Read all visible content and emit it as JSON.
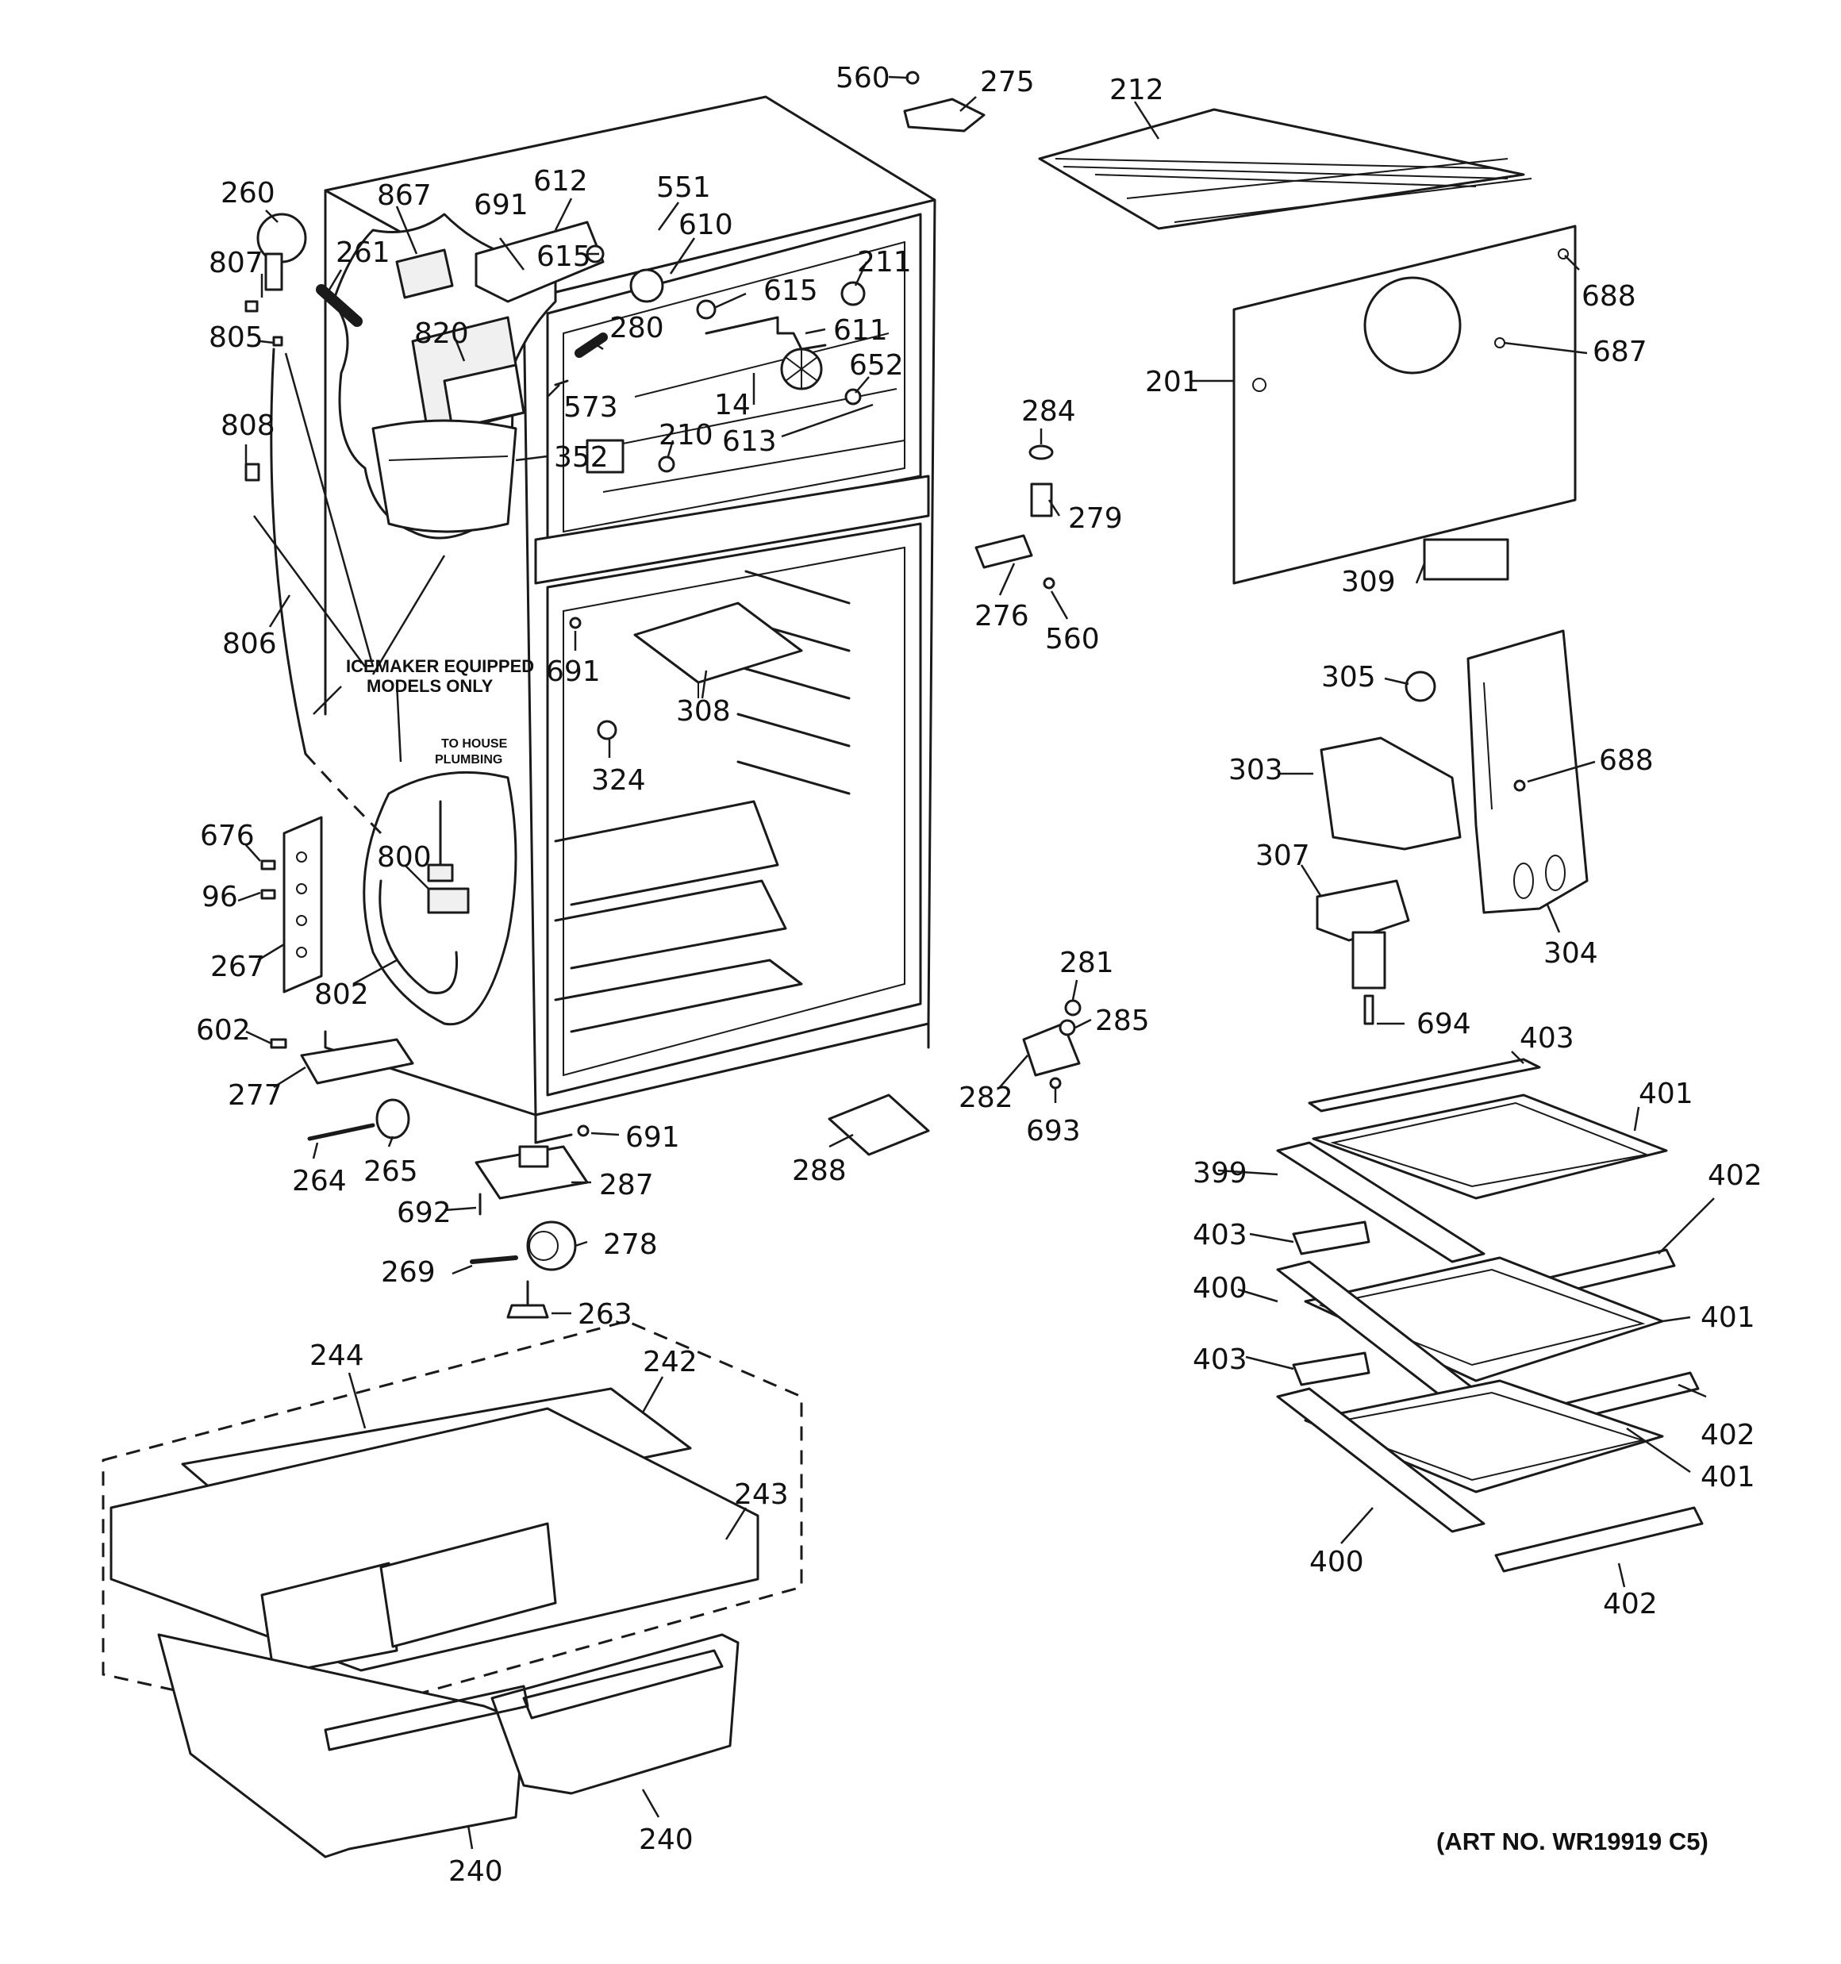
{
  "notes": {
    "icemaker_line1": "ICEMAKER EQUIPPED",
    "icemaker_line2": "MODELS ONLY",
    "plumbing_line1": "TO HOUSE",
    "plumbing_line2": "PLUMBING"
  },
  "art_number": "(ART NO. WR19919 C5)",
  "callouts": {
    "c560a": "560",
    "c275": "275",
    "c212": "212",
    "c260": "260",
    "c867": "867",
    "c691a": "691",
    "c612": "612",
    "c551": "551",
    "c610": "610",
    "c615a": "615",
    "c807": "807",
    "c261": "261",
    "c211": "211",
    "c615b": "615",
    "c805": "805",
    "c820": "820",
    "c280": "280",
    "c611": "611",
    "c652": "652",
    "c573": "573",
    "c14": "14",
    "c613": "613",
    "c808": "808",
    "c352": "352",
    "c210": "210",
    "c688a": "688",
    "c687": "687",
    "c201": "201",
    "c284": "284",
    "c279": "279",
    "c276": "276",
    "c560b": "560",
    "c309": "309",
    "c806": "806",
    "c691b": "691",
    "c308": "308",
    "c324": "324",
    "c305": "305",
    "c303": "303",
    "c688b": "688",
    "c307": "307",
    "c304": "304",
    "c676": "676",
    "c96": "96",
    "c800": "800",
    "c267": "267",
    "c802": "802",
    "c281": "281",
    "c285": "285",
    "c694": "694",
    "c602": "602",
    "c403a": "403",
    "c277": "277",
    "c282": "282",
    "c401a": "401",
    "c691c": "691",
    "c693": "693",
    "c288": "288",
    "c264": "264",
    "c265": "265",
    "c287": "287",
    "c399": "399",
    "c402a": "402",
    "c692": "692",
    "c278": "278",
    "c403b": "403",
    "c269": "269",
    "c263": "263",
    "c400a": "400",
    "c401b": "401",
    "c244": "244",
    "c242": "242",
    "c403c": "403",
    "c402b": "402",
    "c401c": "401",
    "c243": "243",
    "c400b": "400",
    "c402c": "402",
    "c240a": "240",
    "c240b": "240"
  }
}
